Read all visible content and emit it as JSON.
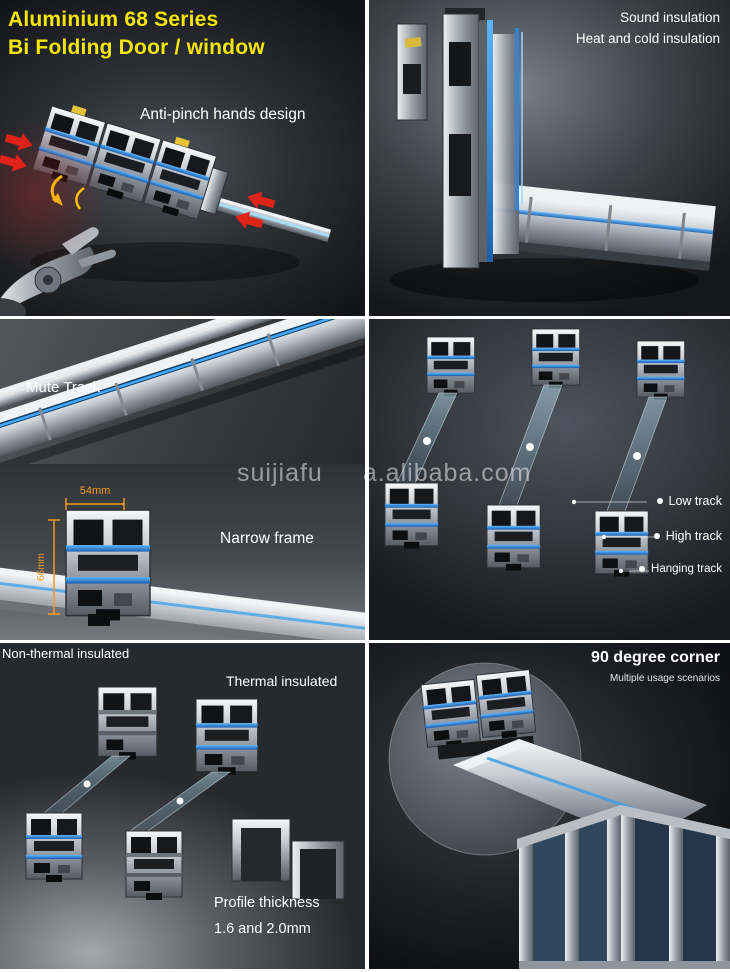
{
  "header": {
    "title_line1": "Aluminium 68 Series",
    "title_line2": "Bi Folding Door / window"
  },
  "watermark": {
    "part1": "suijiafu",
    "part2": "a.alibaba.com"
  },
  "panels": {
    "anti_pinch": {
      "label": "Anti-pinch hands design"
    },
    "insulation": {
      "line1": "Sound insulation",
      "line2": "Heat and cold insulation"
    },
    "mute_track": {
      "label": "Mute Track"
    },
    "narrow_frame": {
      "label": "Narrow frame",
      "width_dim": "54mm",
      "height_dim": "66mm"
    },
    "tracks": {
      "items": [
        {
          "label": "Low track"
        },
        {
          "label": "High track"
        },
        {
          "label": "Hanging track"
        }
      ]
    },
    "thermal": {
      "non_thermal_label": "Non-thermal insulated",
      "thermal_label": "Thermal insulated",
      "thickness_line1": "Profile thickness",
      "thickness_line2": "1.6 and 2.0mm"
    },
    "corner": {
      "title": "90 degree corner",
      "subtitle": "Multiple usage scenarios"
    }
  },
  "colors": {
    "title_yellow": "#f3e600",
    "dimension_orange": "#f59a1d",
    "arrow_red": "#e02318",
    "profile_blue": "#2f87d8"
  }
}
